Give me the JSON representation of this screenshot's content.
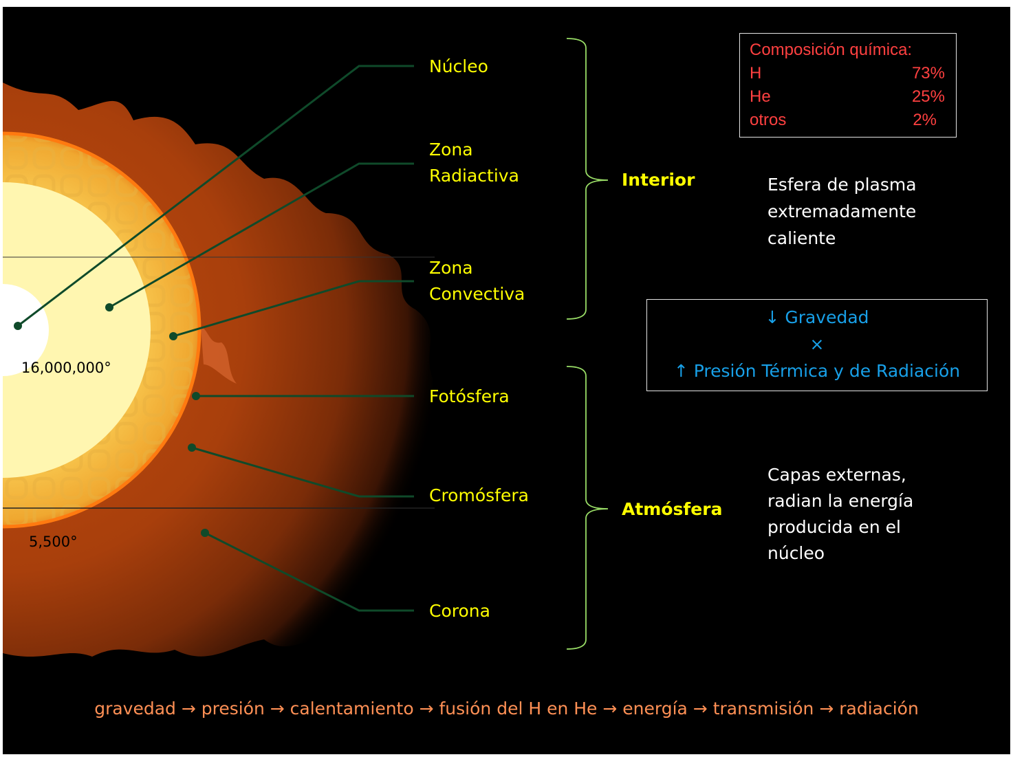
{
  "layers": {
    "nucleo": "Núcleo",
    "zona_radiactiva": [
      "Zona",
      "Radiactiva"
    ],
    "zona_convectiva": [
      "Zona",
      "Convectiva"
    ],
    "fotosfera": "Fotósfera",
    "cromosfera": "Cromósfera",
    "corona": "Corona"
  },
  "groups": {
    "interior": "Interior",
    "atmosfera": "Atmósfera"
  },
  "temperatures": {
    "core": "16,000,000°",
    "surface": "5,500°"
  },
  "composition": {
    "title": "Composición química:",
    "rows": [
      {
        "element": "H",
        "percent": "73%"
      },
      {
        "element": "He",
        "percent": "25%"
      },
      {
        "element": "otros",
        "percent": "2%"
      }
    ]
  },
  "descriptions": {
    "interior": [
      "Esfera de plasma",
      "extremadamente",
      "caliente"
    ],
    "atmosfera": [
      "Capas externas,",
      "radian la energía",
      "producida en el",
      "núcleo"
    ]
  },
  "balance": {
    "line1": "↓ Gravedad",
    "line2": "×",
    "line3": "↑ Presión Térmica y de Radiación"
  },
  "process_chain": "gravedad → presión → calentamiento → fusión del H en He → energía → transmisión → radiación",
  "colors": {
    "layer_labels": "#ffff00",
    "composition_text": "#ff4040",
    "balance_text": "#18a0e8",
    "process_chain": "#ff9055",
    "braces": "#99dd66",
    "leader_lines": "#0f4a2a"
  }
}
